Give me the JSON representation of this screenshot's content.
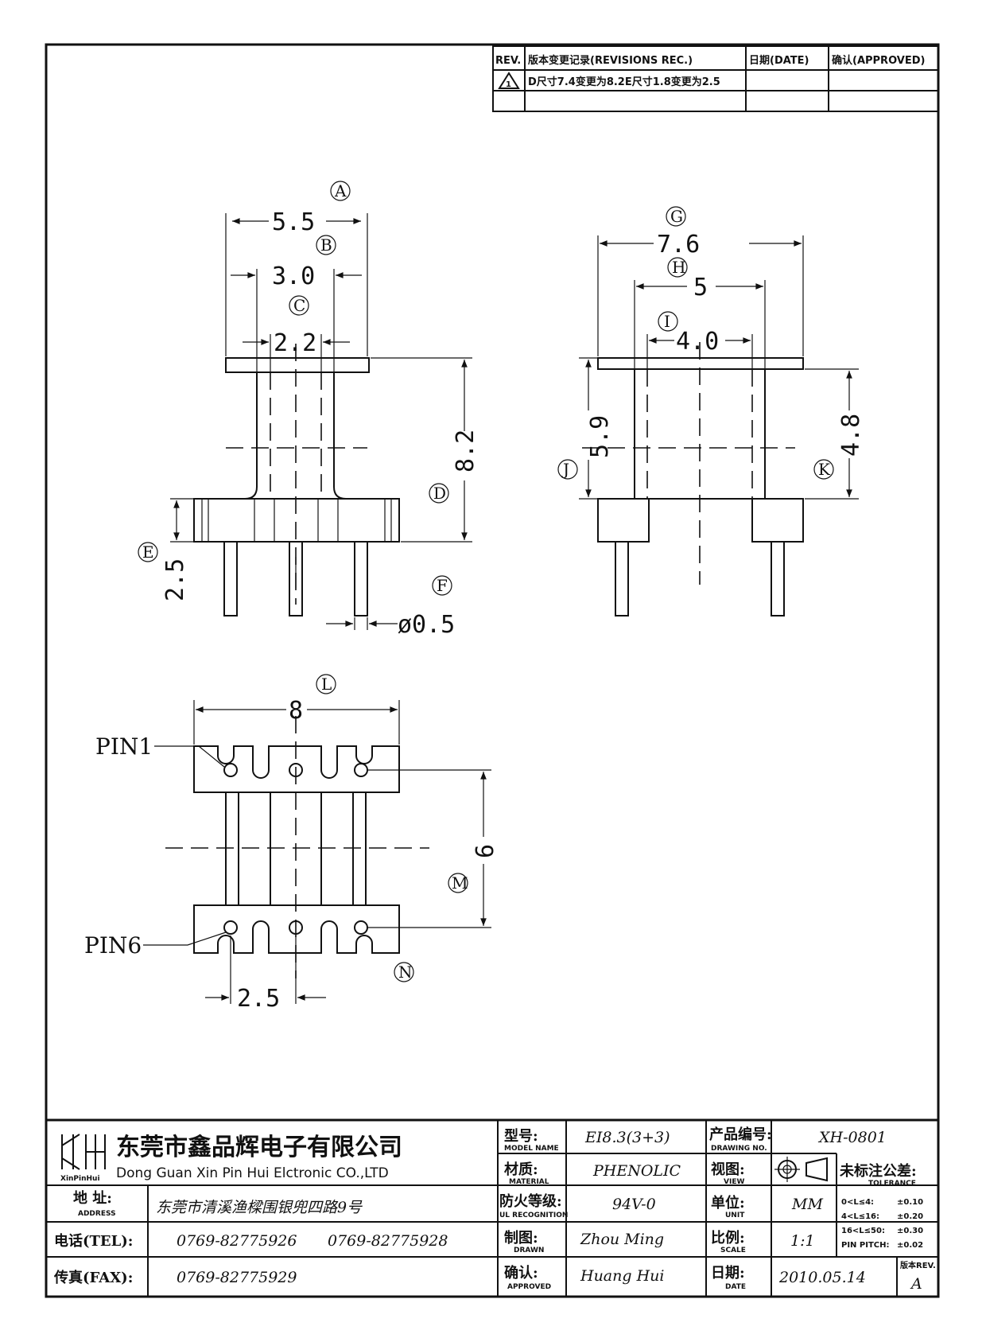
{
  "revision_table": {
    "headers": [
      "REV.",
      "版本变更记录(REVISIONS REC.)",
      "日期(DATE)",
      "确认(APPROVED)"
    ],
    "rows": [
      {
        "rev": "1",
        "text": "D尺寸7.4变更为8.2E尺寸1.8变更为2.5",
        "date": "",
        "approved": ""
      }
    ]
  },
  "view_front": {
    "dims": {
      "A": "5.5",
      "B": "3.0",
      "C": "2.2",
      "D": "8.2",
      "E": "2.5",
      "F": "ø0.5"
    },
    "letters": [
      "A",
      "B",
      "C",
      "D",
      "E",
      "F"
    ]
  },
  "view_side": {
    "dims": {
      "G": "7.6",
      "H": "5",
      "I": "4.0",
      "J": "5.9",
      "K": "4.8"
    },
    "letters": [
      "G",
      "H",
      "I",
      "J",
      "K"
    ]
  },
  "view_bottom": {
    "dims": {
      "L": "8",
      "M": "6",
      "N_pitch": "2.5"
    },
    "letters": [
      "L",
      "M",
      "N"
    ],
    "pin_labels": [
      "PIN1",
      "PIN6"
    ]
  },
  "title_block": {
    "company_cn": "东莞市鑫品辉电子有限公司",
    "company_en": "Dong Guan Xin Pin Hui Elctronic CO.,LTD",
    "logo_text": "XinPinHui",
    "address_label": "地 址:",
    "address_label_en": "ADDRESS",
    "address": "东莞市清溪渔樑围银兜四路9号",
    "tel_label": "电话(TEL):",
    "tel1": "0769-82775926",
    "tel2": "0769-82775928",
    "fax_label": "传真(FAX):",
    "fax": "0769-82775929",
    "model_label": "型号:",
    "model_label_en": "MODEL NAME",
    "model": "EI8.3(3+3)",
    "material_label": "材质:",
    "material_label_en": "MATERIAL",
    "material": "PHENOLIC",
    "fire_label": "防火等级:",
    "fire_label_en": "UL RECOGNITION",
    "fire": "94V-0",
    "drawn_label": "制图:",
    "drawn_label_en": "DRAWN",
    "drawn": "Zhou Ming",
    "approved_label": "确认:",
    "approved_label_en": "APPROVED",
    "approved": "Huang Hui",
    "drawing_no_label": "产品编号:",
    "drawing_no_label_en": "DRAWING NO.",
    "drawing_no": "XH-0801",
    "view_label": "视图:",
    "view_label_en": "VIEW",
    "unit_label": "单位:",
    "unit_label_en": "UNIT",
    "unit": "MM",
    "scale_label": "比例:",
    "scale_label_en": "SCALE",
    "scale": "1:1",
    "date_label": "日期:",
    "date_label_en": "DATE",
    "date": "2010.05.14",
    "tolerance_label": "未标注公差:",
    "tolerance_label_en": "TOLERANCE",
    "tolerances": [
      {
        "range": "0<L≤4:",
        "value": "±0.10"
      },
      {
        "range": "4<L≤16:",
        "value": "±0.20"
      },
      {
        "range": "16<L≤50:",
        "value": "±0.30"
      },
      {
        "range": "PIN PITCH:",
        "value": "±0.02"
      }
    ],
    "rev_label": "版本REV.",
    "rev": "A"
  }
}
